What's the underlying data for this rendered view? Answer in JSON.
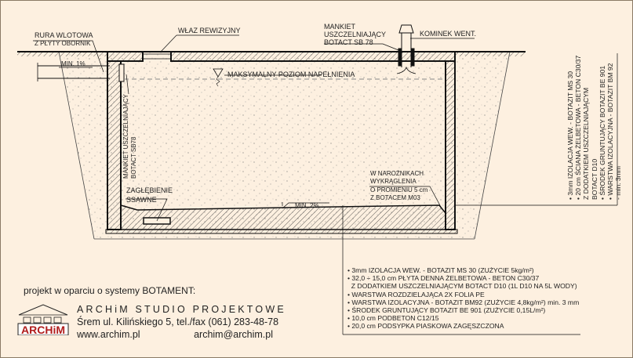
{
  "labels": {
    "inlet_pipe": [
      "RURA WLOTOWA",
      "Z PŁYTY OBORNIK"
    ],
    "manhole": "WŁAZ REWIZYJNY",
    "sealing_collar_top": [
      "MANKIET",
      "USZCZELNIAJĄCY",
      "BOTACT SB 78"
    ],
    "vent_chimney": "KOMINEK WENT.",
    "min_slope_pipe": "MIN. 1%",
    "max_fill_level": "MAKSYMALNY POZIOM NAPEŁNIENIA",
    "sealing_collar_side": [
      "MANKIET USZCZELNIAJĄCY",
      "BOTACT SB78"
    ],
    "sump": [
      "ZAGŁĘBIENIE",
      "SSAWNE"
    ],
    "min_slope_floor": "MIN. 2%",
    "corner_note": [
      "W NAROŻNIKACH",
      "WYKRĄGLENIA",
      "O PROMIENIU 5 cm",
      "Z BOTACEM M03"
    ]
  },
  "wall_layers": [
    "• 3mm IZOLACJA WEW. - BOTAZIT MS 30",
    "• 20 cm ŚCIANA ŻELBETOWA - BETON C30/37",
    "  Z DODATKIEM USZCZELNIAJĄCYM",
    "  BOTACT D10",
    "• ŚRODEK GRUNTUJĄCY BOTAZIT BE 901",
    "• WARSTWA IZOLACYJNA - BOTAZIT BM 92",
    "  - min. 3mm"
  ],
  "floor_layers": [
    "• 3mm IZOLACJA WEW. - BOTAZIT MS 30 (ZUŻYCIE 5kg/m²)",
    "• 32,0 ÷ 15,0 cm PŁYTA DENNA ŻELBETOWA - BETON C30/37",
    "  Z DODATKIEM USZCZELNIAJĄCYM BOTACT D10 (1L D10 NA 5L WODY)",
    "• WARSTWA ROZDZIELAJĄCA 2X FOLIA PE",
    "• WARSTWA IZOLACYJNA - BOTAZIT BM92 (ZUŻYCIE 4,8kg/m²) min. 3 mm",
    "• ŚRODEK GRUNTUJĄCY BOTAZIT BE 901 (ZUŻYCIE 0,15L/m²)",
    "• 10,0 cm PODBETON C12/15",
    "• 20,0 cm PODSYPKA PIASKOWA ZAGĘSZCZONA"
  ],
  "footer": {
    "project_note": "projekt w oparciu o systemy BOTAMENT:",
    "firm_name": "ARCHiM STUDIO PROJEKTOWE",
    "address": "Śrem ul. Kilińskiego 5, tel./fax (061) 283-48-78",
    "website": "www.archim.pl",
    "email": "archim@archim.pl",
    "logo_text": "ARCHiM"
  },
  "colors": {
    "background": "#fdf0e0",
    "ink": "#1a1a1a",
    "logo_red": "#b01c1c"
  }
}
